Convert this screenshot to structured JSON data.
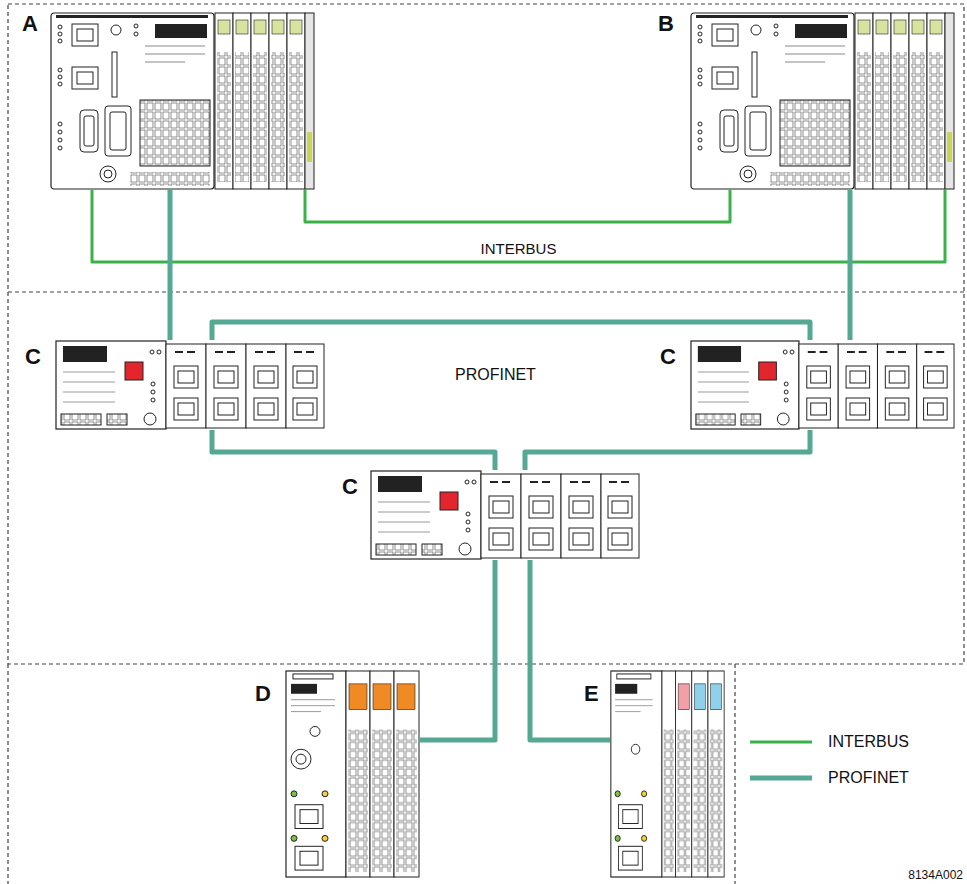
{
  "diagram": {
    "nodes": [
      {
        "text": [
          "A"
        ]
      },
      {
        "text": [
          "B"
        ]
      },
      {
        "text": [
          "C"
        ]
      },
      {
        "text": [
          "C"
        ]
      },
      {
        "text": [
          "C"
        ]
      },
      {
        "text": [
          "D"
        ]
      },
      {
        "text": [
          "E"
        ]
      }
    ],
    "edges": [
      {
        "from": 0,
        "to": 1,
        "arrow": "none",
        "label": "INTERBUS"
      },
      {
        "from": 0,
        "to": 1,
        "arrow": "none"
      },
      {
        "from": 0,
        "to": 2,
        "arrow": "none"
      },
      {
        "from": 1,
        "to": 3,
        "arrow": "none"
      },
      {
        "from": 2,
        "to": 3,
        "arrow": "none"
      },
      {
        "from": 2,
        "to": 4,
        "arrow": "none"
      },
      {
        "from": 3,
        "to": 4,
        "arrow": "none"
      },
      {
        "from": 4,
        "to": 5,
        "arrow": "none"
      },
      {
        "from": 4,
        "to": 6,
        "arrow": "none"
      }
    ],
    "labels": [
      "PROFINET",
      "8134A002"
    ],
    "legend": [
      {
        "text": "INTERBUS"
      },
      {
        "text": "PROFINET"
      }
    ]
  }
}
